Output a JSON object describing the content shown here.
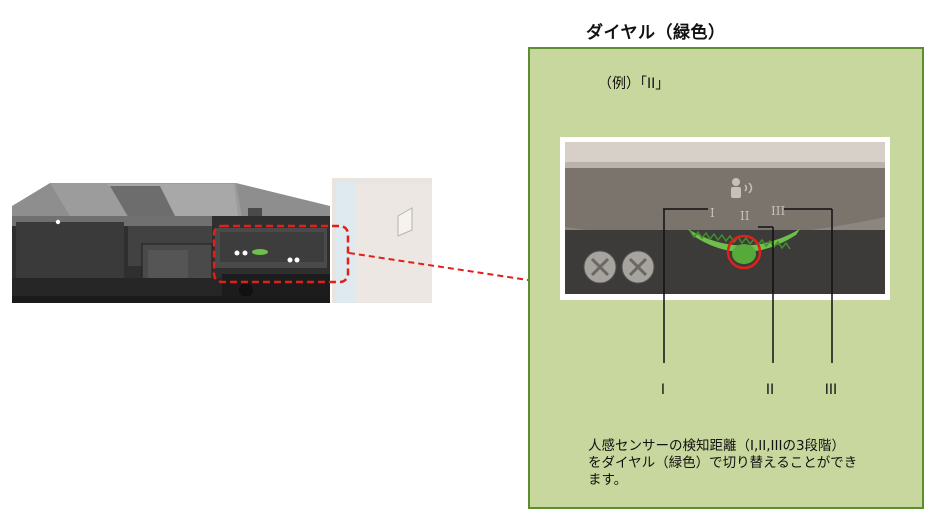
{
  "title": "ダイヤル（緑色）",
  "example_label": "（例）「II」",
  "dial_positions": {
    "pos1": "I",
    "pos2": "II",
    "pos3": "III"
  },
  "description": {
    "line1": "人感センサーの検知距離（I,II,IIIの3段階）",
    "line2": "をダイヤル（緑色）で切り替えることができ",
    "line3": "ます。"
  },
  "icons": {
    "sensor": "person-sensor-icon"
  },
  "colors": {
    "panel_fill": "#c8d79d",
    "panel_border": "#5b8e2e",
    "dial_green": "#6fc04a",
    "highlight_red": "#e0201a",
    "machine_body": "#3a3a3a"
  }
}
